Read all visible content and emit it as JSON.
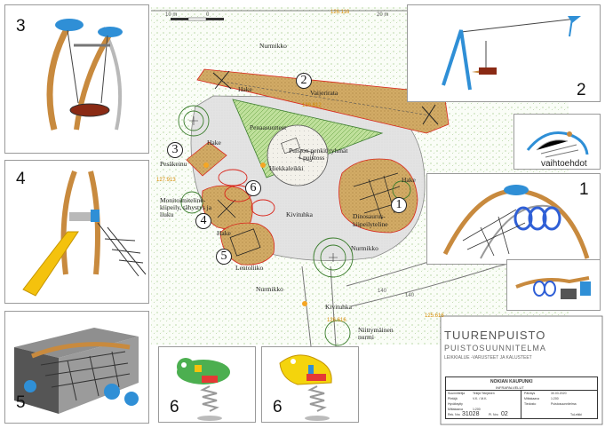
{
  "map_labels": {
    "nurmikko_n": "Nurmikko",
    "hake_top": "Hake",
    "vaijerirata": "Vaijerirata",
    "penaasuutteet": "Penaasuutteet",
    "hake_left": "Hake",
    "puiston_label": "Puiston penkit/ryhmät",
    "puiston_label2": "+ puistoss",
    "hiekkaleikki": "Hiekkaleikki",
    "pesakeinu": "Pesäkeinu",
    "monitoimi1": "Monitoimiteline-",
    "monitoimi2": "kiipeily, tähystys ja",
    "monitoimi3": "liuku",
    "kivituhka_mid": "Kivituhka",
    "hake_right": "Hake",
    "dinosaurus1": "Dinosaurus-",
    "dinosaurus2": "kiipeilyteline",
    "hake_bl": "Hake",
    "lentoliiko": "Lentoliiko",
    "nurmikko_e": "Nurmikko",
    "nurmikko_sw": "Nurmikko",
    "kivituhka_s": "Kivituhka",
    "niitty1": "Niittymäinen",
    "niitty2": "nurmi"
  },
  "scale_labels": {
    "s0": "10 m",
    "s1": "0",
    "s2": "126.116",
    "s3": "20 m"
  },
  "elevations": {
    "e1": "127.913",
    "e2": "125.616",
    "e3": "126.616",
    "e4": "126.812",
    "e5": "140",
    "e6": "140"
  },
  "numbers": {
    "n1": "1",
    "n2": "2",
    "n3": "3",
    "n4": "4",
    "n5": "5",
    "n6": "6"
  },
  "panels": {
    "p3": "3",
    "p4": "4",
    "p5": "5",
    "p6a": "6",
    "p6b": "6",
    "p2": "2",
    "p1": "1",
    "vaihtoehdot": "vaihtoehdot"
  },
  "title_block": {
    "title": "TUURENPUISTO",
    "subtitle": "PUISTOSUUNNITELMA",
    "subtitle2": "LEIKKIALUE -VARUSTEET JA KALUSTEET",
    "city": "NOKIAN KAUPUNKI",
    "dept": "INFRAPALVELUT",
    "rows": [
      [
        "Suunnittelija",
        "Tekijä Tekijänen",
        "Päiväys",
        "30.03.2020"
      ],
      [
        "Piirtäjä",
        "V.K. / M.K.",
        "Mittakaava",
        "1:200"
      ],
      [
        "Hyväksytty",
        "",
        "Tiedosto",
        "Puistosuunnitelma"
      ],
      [
        "Mittakaava",
        "1:200",
        "",
        ""
      ]
    ],
    "reg_label": "Rek. Nro",
    "reg_value": "31028",
    "pl_label": "Pl. Nro",
    "pl_value": "02",
    "code": "TuLeikki"
  },
  "colors": {
    "hake": "#c9a35f",
    "lawn": "#b4d59a",
    "gravel": "#dedede",
    "redline": "#d9261c",
    "green": "#3a7d2c"
  }
}
